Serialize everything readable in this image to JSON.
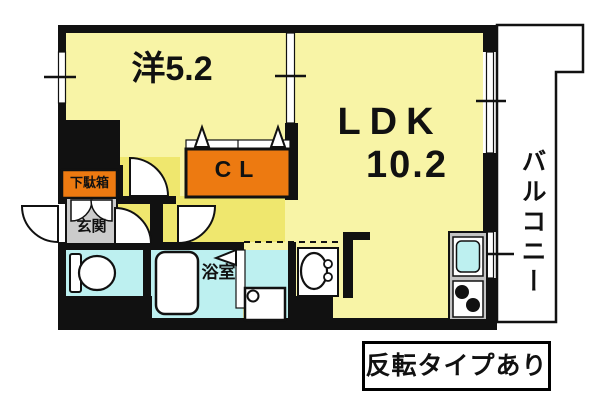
{
  "floorplan": {
    "rooms": {
      "western": "洋5.2",
      "ldk_line1": "LDK",
      "ldk_line2": "10.2",
      "closet": "CL",
      "shoe_cabinet": "下駄箱",
      "entrance": "玄関",
      "bathroom": "浴室",
      "balcony": "バルコニー"
    },
    "note": "反転タイプあり",
    "colors": {
      "room_yellow": "#F8F4A6",
      "hall_yellow": "#EFE76E",
      "accent_orange": "#ED7A11",
      "water_blue": "#BDF0F0",
      "entrance_gray": "#CBCBCB",
      "wall_black": "#111111"
    }
  }
}
